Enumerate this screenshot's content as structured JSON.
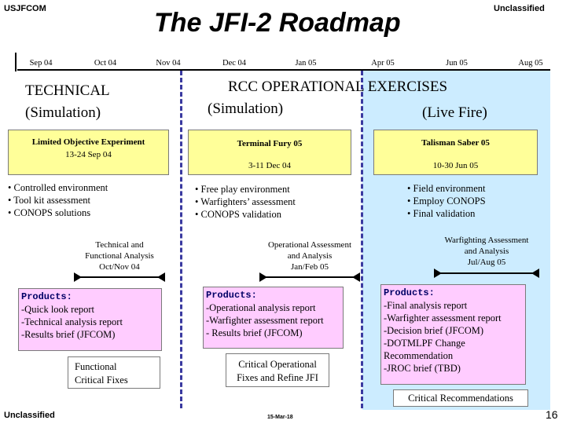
{
  "header": {
    "org": "USJFCOM",
    "classification": "Unclassified",
    "title": "The JFI-2 Roadmap"
  },
  "timeline": {
    "ticks": [
      "Sep 04",
      "Oct 04",
      "Nov 04",
      "Dec 04",
      "Jan 05",
      "Apr 05",
      "Jun 05",
      "Aug 05"
    ]
  },
  "columns": {
    "technical_heading": [
      "TECHNICAL",
      "(Simulation)"
    ],
    "rcc_heading": "RCC OPERATIONAL EXERCISES",
    "rcc_sim_heading": "(Simulation)",
    "rcc_live_heading": "(Live Fire)"
  },
  "events": [
    {
      "name": "Limited Objective Experiment",
      "dates": "13-24 Sep 04",
      "bullets": [
        "Controlled environment",
        "Tool kit assessment",
        "CONOPS solutions"
      ]
    },
    {
      "name": "Terminal Fury 05",
      "dates": "3-11 Dec 04",
      "bullets": [
        "Free play environment",
        "Warfighters’ assessment",
        "CONOPS validation"
      ]
    },
    {
      "name": "Talisman Saber 05",
      "dates": "10-30 Jun 05",
      "bullets": [
        "Field environment",
        "Employ CONOPS",
        "Final validation"
      ]
    }
  ],
  "analyses": [
    [
      "Technical and",
      "Functional Analysis",
      "Oct/Nov 04"
    ],
    [
      "Operational Assessment",
      "and Analysis",
      "Jan/Feb 05"
    ],
    [
      "Warfighting Assessment",
      "and Analysis",
      "Jul/Aug 05"
    ]
  ],
  "products": [
    {
      "heading": "Products:",
      "items": [
        "-Quick look report",
        "-Technical analysis report",
        "-Results brief (JFCOM)"
      ]
    },
    {
      "heading": "Products:",
      "items": [
        "-Operational analysis report",
        "-Warfighter assessment report",
        "- Results brief (JFCOM)"
      ]
    },
    {
      "heading": "Products:",
      "items": [
        "-Final analysis report",
        "-Warfighter assessment report",
        "-Decision brief (JFCOM)",
        "-DOTMLPF Change",
        "Recommendation",
        "-JROC brief (TBD)"
      ]
    }
  ],
  "fixes": [
    [
      "Functional",
      "Critical Fixes"
    ],
    [
      "Critical Operational",
      "Fixes and Refine JFI"
    ],
    [
      "Critical Recommendations"
    ]
  ],
  "footer": {
    "classification": "Unclassified",
    "date": "15-Mar-18",
    "page_number": "16"
  },
  "colors": {
    "event_box": "#ffff99",
    "product_box": "#ffccff",
    "live_fire_panel": "#ccecff",
    "divider": "#3a3aa0"
  }
}
